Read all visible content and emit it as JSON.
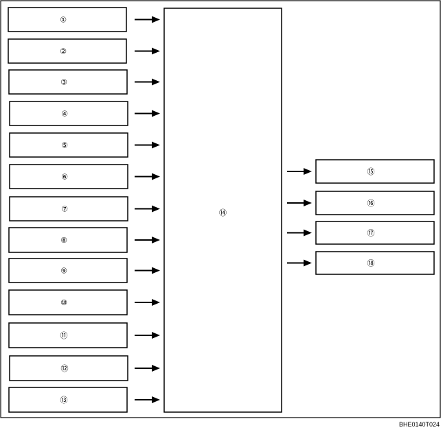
{
  "diagram": {
    "inputs": [
      {
        "label": "①"
      },
      {
        "label": "②"
      },
      {
        "label": "③"
      },
      {
        "label": "④"
      },
      {
        "label": "⑤"
      },
      {
        "label": "⑥"
      },
      {
        "label": "⑦"
      },
      {
        "label": "⑧"
      },
      {
        "label": "⑨"
      },
      {
        "label": "⑩"
      },
      {
        "label": "⑪"
      },
      {
        "label": "⑫"
      },
      {
        "label": "⑬"
      }
    ],
    "controller": {
      "label": "⑭"
    },
    "outputs": [
      {
        "label": "⑮"
      },
      {
        "label": "⑯"
      },
      {
        "label": "⑰"
      },
      {
        "label": "⑱"
      }
    ]
  },
  "figure_code": "BHE0140T024"
}
